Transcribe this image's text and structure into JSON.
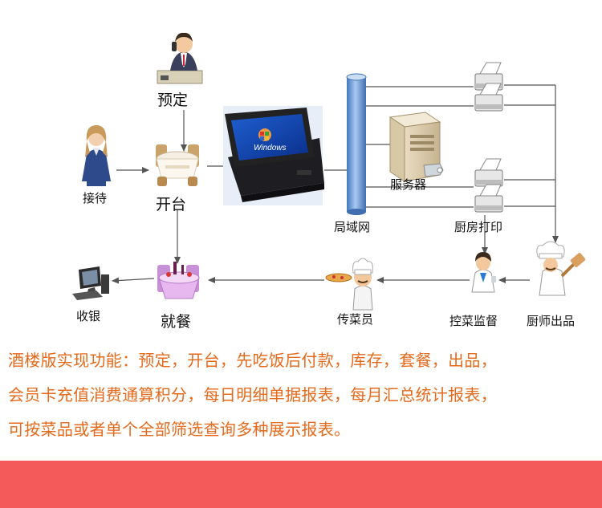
{
  "diagram": {
    "nodes": {
      "reservation": "预定",
      "reception": "接待",
      "open_table": "开台",
      "server": "服务器",
      "lan": "局域网",
      "kitchen_print": "厨房打印",
      "cashier": "收银",
      "dining": "就餐",
      "waiter": "传菜员",
      "supervisor": "控菜监督",
      "chef": "厨师出品"
    },
    "pos_screen_text": "Windows"
  },
  "description": {
    "line1": "酒楼版实现功能：预定，开台，先吃饭后付款，库存，套餐，出品，",
    "line2": "会员卡充值消费通算积分，每日明细单据报表，每月汇总统计报表，",
    "line3": "可按菜品或者单个全部筛选查询多种展示报表。"
  },
  "colors": {
    "description_text": "#e46a1c",
    "banner": "#f45a5a",
    "lan_cylinder": "#6a9ed6"
  }
}
